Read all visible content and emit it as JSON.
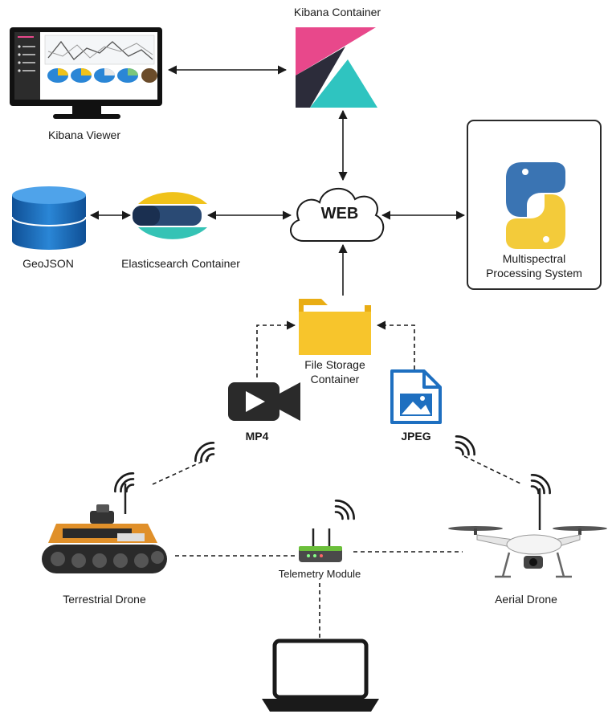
{
  "nodes": {
    "kibana_container": {
      "label": "Kibana Container",
      "icon": "kibana-logo-icon"
    },
    "kibana_viewer": {
      "label": "Kibana Viewer",
      "icon": "monitor-dashboard-icon"
    },
    "geojson": {
      "label": "GeoJSON",
      "icon": "database-icon"
    },
    "elasticsearch": {
      "label": "Elasticsearch Container",
      "icon": "elasticsearch-logo-icon"
    },
    "web": {
      "label": "WEB",
      "icon": "cloud-icon"
    },
    "multispectral": {
      "label_line1": "Multispectral",
      "label_line2": "Processing System",
      "icon": "python-logo-icon"
    },
    "file_storage": {
      "label_line1": "File Storage",
      "label_line2": "Container",
      "icon": "folder-icon"
    },
    "mp4": {
      "label": "MP4",
      "icon": "video-camera-icon"
    },
    "jpeg": {
      "label": "JPEG",
      "icon": "image-file-icon"
    },
    "terrestrial_drone": {
      "label": "Terrestrial Drone",
      "icon": "rover-icon"
    },
    "telemetry": {
      "label": "Telemetry Module",
      "icon": "radio-module-icon"
    },
    "aerial_drone": {
      "label": "Aerial Drone",
      "icon": "quadcopter-icon"
    },
    "laptop": {
      "icon": "laptop-icon"
    }
  },
  "colors": {
    "kibana_pink": "#e8488b",
    "kibana_teal": "#2fc4c0",
    "kibana_dark": "#2c2c3a",
    "elastic_yellow": "#f0c21a",
    "elastic_teal": "#35c3b5",
    "elastic_navy": "#2a4a74",
    "db_blue": "#1e6fc0",
    "python_blue": "#3a74b3",
    "python_yellow": "#f3cb3a",
    "folder_yellow": "#f7c52c",
    "line": "#1a1a1a"
  }
}
